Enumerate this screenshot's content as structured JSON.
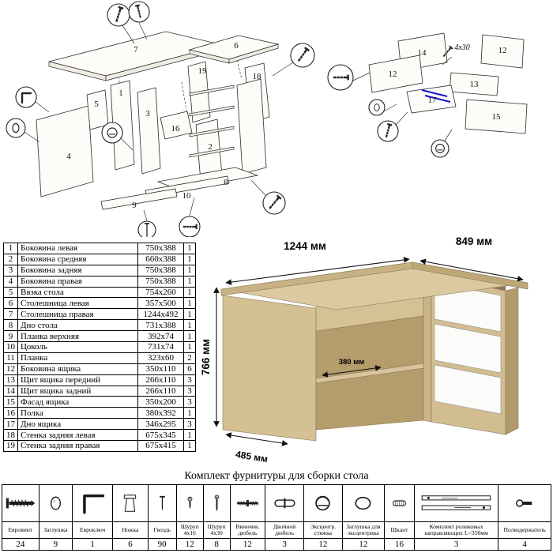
{
  "exploded_main": {
    "labels": {
      "p1": "1",
      "p2": "2",
      "p3": "3",
      "p4": "4",
      "p5": "5",
      "p6": "6",
      "p7": "7",
      "p8": "8",
      "p9": "9",
      "p10": "10",
      "p16": "16",
      "p18": "18",
      "p19": "19"
    }
  },
  "exploded_drawer": {
    "labels": {
      "p14": "14",
      "p12a": "12",
      "p12b": "12",
      "p13": "13",
      "p17": "17",
      "p15": "15"
    },
    "annotation": "4x30"
  },
  "desk_render": {
    "dims": {
      "width": "1244 мм",
      "depth": "849 мм",
      "height": "766 мм",
      "shelf": "380 мм",
      "bottom": "485 мм"
    }
  },
  "parts_table": {
    "rows": [
      {
        "num": "1",
        "name": "Боковина левая",
        "size": "750x388",
        "qty": "1"
      },
      {
        "num": "2",
        "name": "Боковина средняя",
        "size": "660x388",
        "qty": "1"
      },
      {
        "num": "3",
        "name": "Боковина задняя",
        "size": "750x388",
        "qty": "1"
      },
      {
        "num": "4",
        "name": "Боковина правая",
        "size": "750x388",
        "qty": "1"
      },
      {
        "num": "5",
        "name": "Вязка стола",
        "size": "754x260",
        "qty": "1"
      },
      {
        "num": "6",
        "name": "Столешница левая",
        "size": "357x500",
        "qty": "1"
      },
      {
        "num": "7",
        "name": "Столешница правая",
        "size": "1244x492",
        "qty": "1"
      },
      {
        "num": "8",
        "name": "Дно стола",
        "size": "731x388",
        "qty": "1"
      },
      {
        "num": "9",
        "name": "Планка верхняя",
        "size": "392x74",
        "qty": "1"
      },
      {
        "num": "10",
        "name": "Цоколь",
        "size": "731x74",
        "qty": "1"
      },
      {
        "num": "11",
        "name": "Планка",
        "size": "323x60",
        "qty": "2"
      },
      {
        "num": "12",
        "name": "Боковина ящика",
        "size": "350x110",
        "qty": "6"
      },
      {
        "num": "13",
        "name": "Щит ящика передний",
        "size": "266x110",
        "qty": "3"
      },
      {
        "num": "14",
        "name": "Щит ящика задний",
        "size": "266x110",
        "qty": "3"
      },
      {
        "num": "15",
        "name": "Фасад ящика",
        "size": "350x200",
        "qty": "3"
      },
      {
        "num": "16",
        "name": "Полка",
        "size": "380x392",
        "qty": "1"
      },
      {
        "num": "17",
        "name": "Дно ящика",
        "size": "346x295",
        "qty": "3"
      },
      {
        "num": "18",
        "name": "Стенка задняя левая",
        "size": "675x345",
        "qty": "1"
      },
      {
        "num": "19",
        "name": "Стенка задняя правая",
        "size": "675x415",
        "qty": "1"
      }
    ]
  },
  "hardware": {
    "title": "Комплект фурнитуры для сборки стола",
    "items": [
      {
        "name": "Евровинт",
        "qty": "24",
        "icon": "confirmat-icon"
      },
      {
        "name": "Заглушка",
        "qty": "9",
        "icon": "cap-icon"
      },
      {
        "name": "Евроключ",
        "qty": "1",
        "icon": "hexkey-icon"
      },
      {
        "name": "Ножка",
        "qty": "6",
        "icon": "leg-icon"
      },
      {
        "name": "Гвоздь",
        "qty": "90",
        "icon": "nail-icon"
      },
      {
        "name": "Шуруп 4x16",
        "qty": "12",
        "icon": "screw-small-icon"
      },
      {
        "name": "Шуруп 4x30",
        "qty": "8",
        "icon": "screw-long-icon"
      },
      {
        "name": "Ввинчив. дюбель",
        "qty": "12",
        "icon": "dowel-screw-icon"
      },
      {
        "name": "Двойной дюбель",
        "qty": "3",
        "icon": "double-dowel-icon"
      },
      {
        "name": "Эксцентр. стяжка",
        "qty": "12",
        "icon": "cam-icon"
      },
      {
        "name": "Заглушка для эксцентрика",
        "qty": "12",
        "icon": "cam-cap-icon"
      },
      {
        "name": "Шкант",
        "qty": "16",
        "icon": "dowel-icon"
      },
      {
        "name": "Комплект роликовых направляющих L=350мм",
        "qty": "3",
        "icon": "rails-icon"
      },
      {
        "name": "Полкодержатель",
        "qty": "4",
        "icon": "shelfpin-icon"
      }
    ]
  }
}
